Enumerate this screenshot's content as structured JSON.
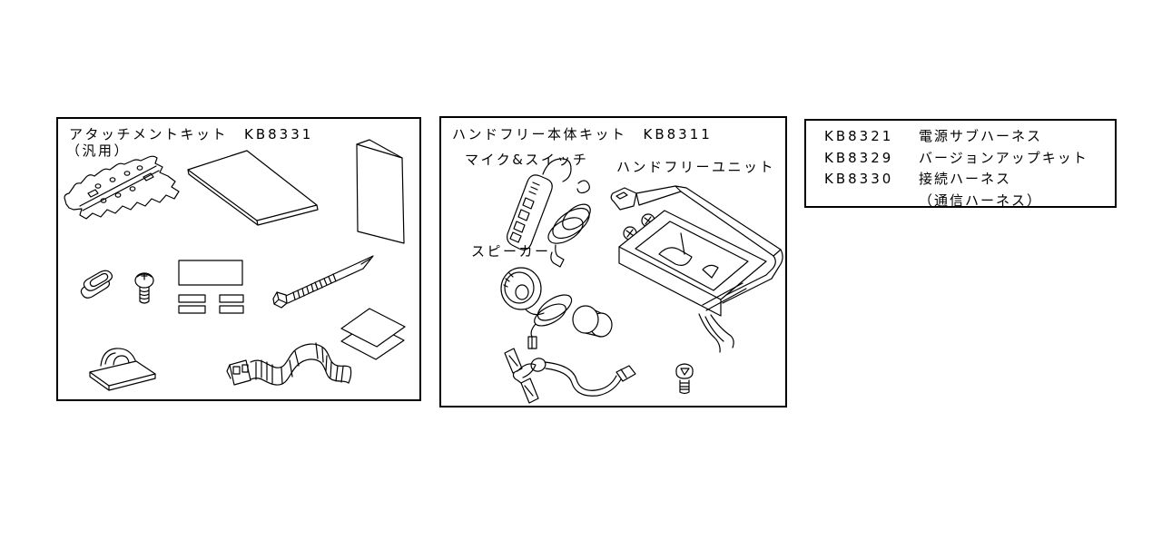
{
  "page": {
    "background": "#ffffff",
    "ink": "#000000",
    "description": "parts-catalog line diagram, three bordered panels"
  },
  "attachment_box": {
    "title_kit": "アタッチメントキット",
    "title_code": "KB8331",
    "subtitle": "（汎用）",
    "parts": [
      "mounting-bracket",
      "mounting-plate",
      "instruction-card",
      "rubber-grommets",
      "tapping-screw",
      "label-sheet",
      "small-labels",
      "cable-tie",
      "adhesive-sheets",
      "cable-clamp",
      "corrugated-tube"
    ]
  },
  "handsfree_box": {
    "title_kit": "ハンドフリー本体キット",
    "title_code": "KB8311",
    "labels": {
      "mic_switch": "マイク&スイッチ",
      "unit": "ハンドフリーユニット",
      "speaker": "スピーカー"
    },
    "parts": [
      "mic-switch-remote",
      "handsfree-unit",
      "speaker",
      "rubber-cap",
      "junction-harness",
      "tapping-screw"
    ]
  },
  "parts_list_box": {
    "rows": [
      {
        "code": "KB8321",
        "name": "電源サブハーネス",
        "note": ""
      },
      {
        "code": "KB8329",
        "name": "バージョンアップキット",
        "note": ""
      },
      {
        "code": "KB8330",
        "name": "接続ハーネス",
        "note": "（通信ハーネス）"
      }
    ]
  }
}
